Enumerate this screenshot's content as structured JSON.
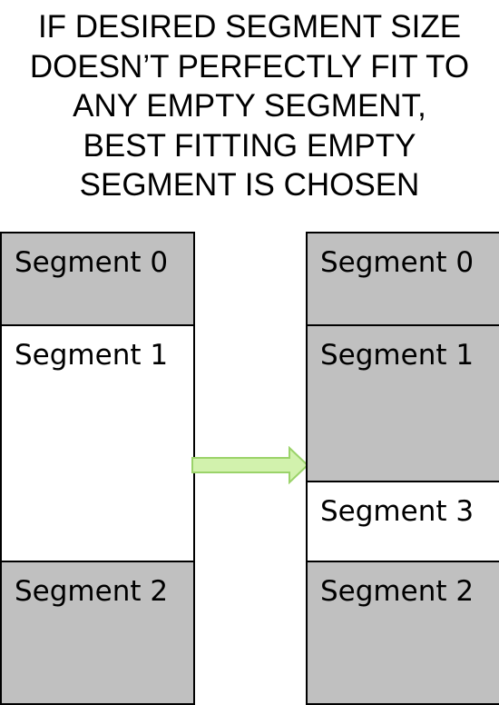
{
  "title": {
    "lines": [
      "IF DESIRED SEGMENT SIZE",
      "DOESN’T PERFECTLY FIT TO",
      "ANY EMPTY SEGMENT,",
      "BEST FITTING EMPTY",
      "SEGMENT IS CHOSEN"
    ]
  },
  "colors": {
    "used": "#c0c0c0",
    "free": "#ffffff",
    "arrow_fill": "#d2f2ad",
    "arrow_stroke": "#9bd36a"
  },
  "before": {
    "segments": [
      {
        "label": "Segment 0",
        "state": "used"
      },
      {
        "label": "Segment 1",
        "state": "free"
      },
      {
        "label": "Segment 2",
        "state": "used"
      }
    ]
  },
  "after": {
    "segments": [
      {
        "label": "Segment 0",
        "state": "used"
      },
      {
        "label": "Segment 1",
        "state": "used"
      },
      {
        "label": "Segment 3",
        "state": "free"
      },
      {
        "label": "Segment 2",
        "state": "used"
      }
    ]
  },
  "arrow": {
    "icon": "right-arrow-icon"
  }
}
